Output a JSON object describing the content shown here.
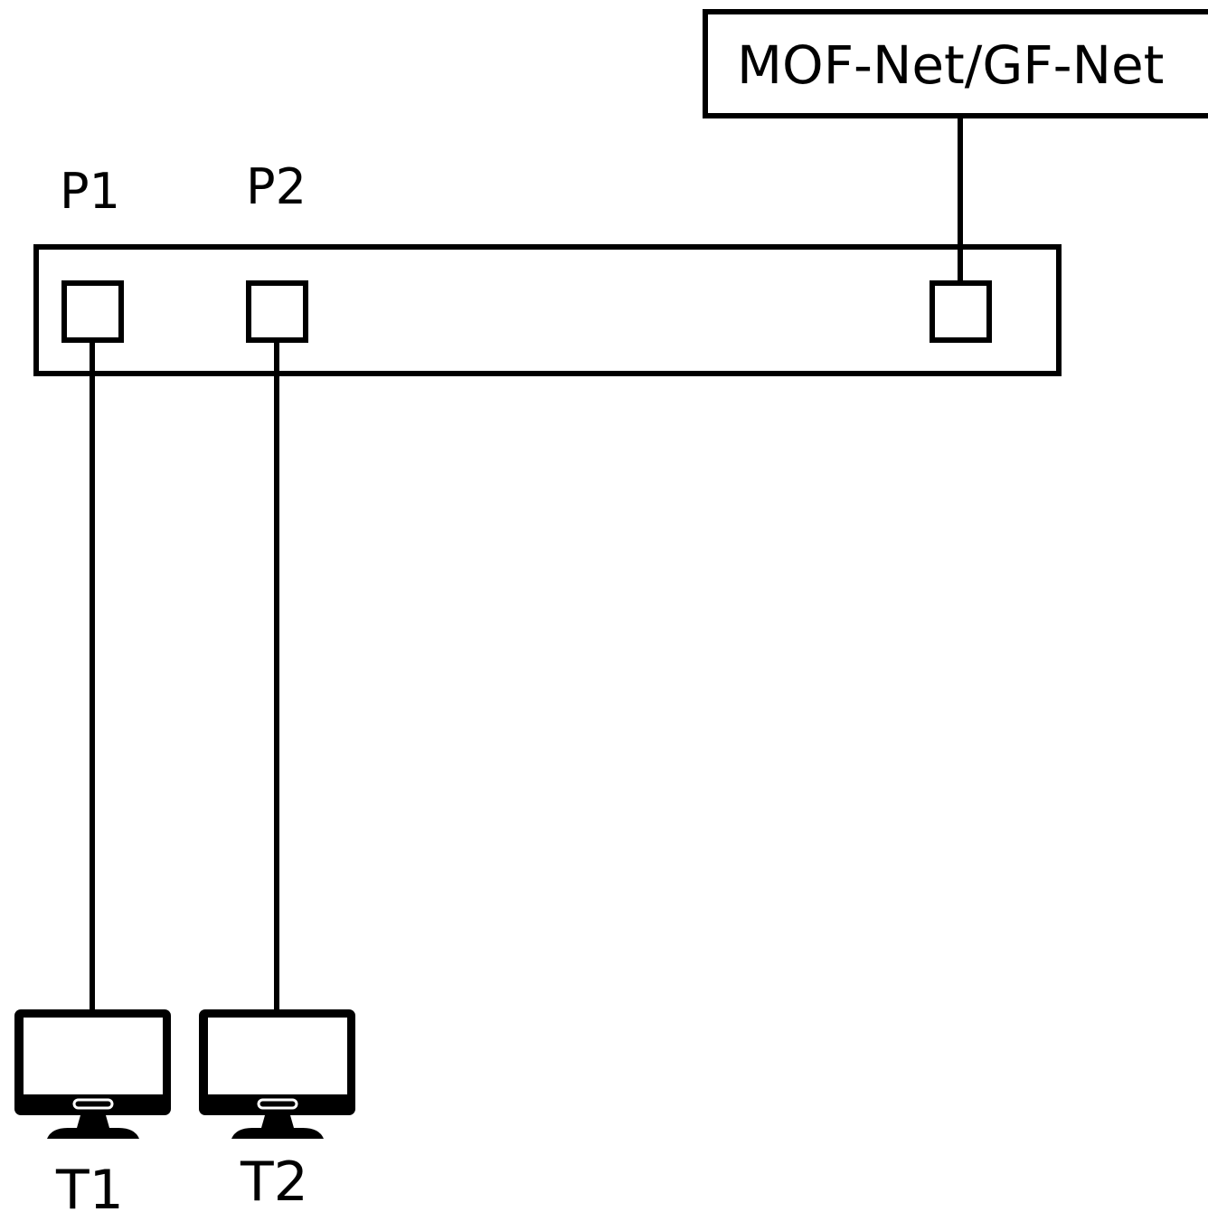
{
  "network": {
    "label": "MOF-Net/GF-Net"
  },
  "ports": [
    {
      "label": "P1"
    },
    {
      "label": "P2"
    }
  ],
  "terminals": [
    {
      "label": "T1",
      "icon": "monitor-icon"
    },
    {
      "label": "T2",
      "icon": "monitor-icon"
    }
  ],
  "colors": {
    "stroke": "#000000",
    "background": "#ffffff"
  }
}
